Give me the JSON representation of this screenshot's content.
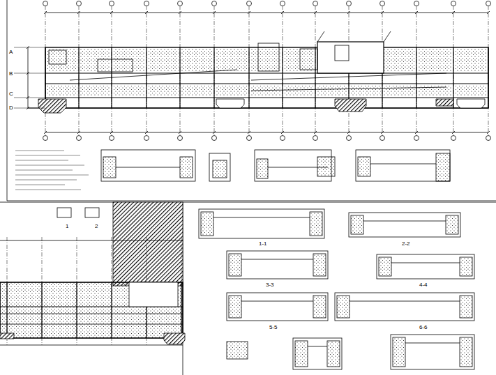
{
  "diagram": {
    "labels": [
      "A",
      "B",
      "C",
      "D",
      "1",
      "2",
      "1-1",
      "2-2",
      "3-3",
      "4-4",
      "5-5",
      "6-6"
    ]
  }
}
